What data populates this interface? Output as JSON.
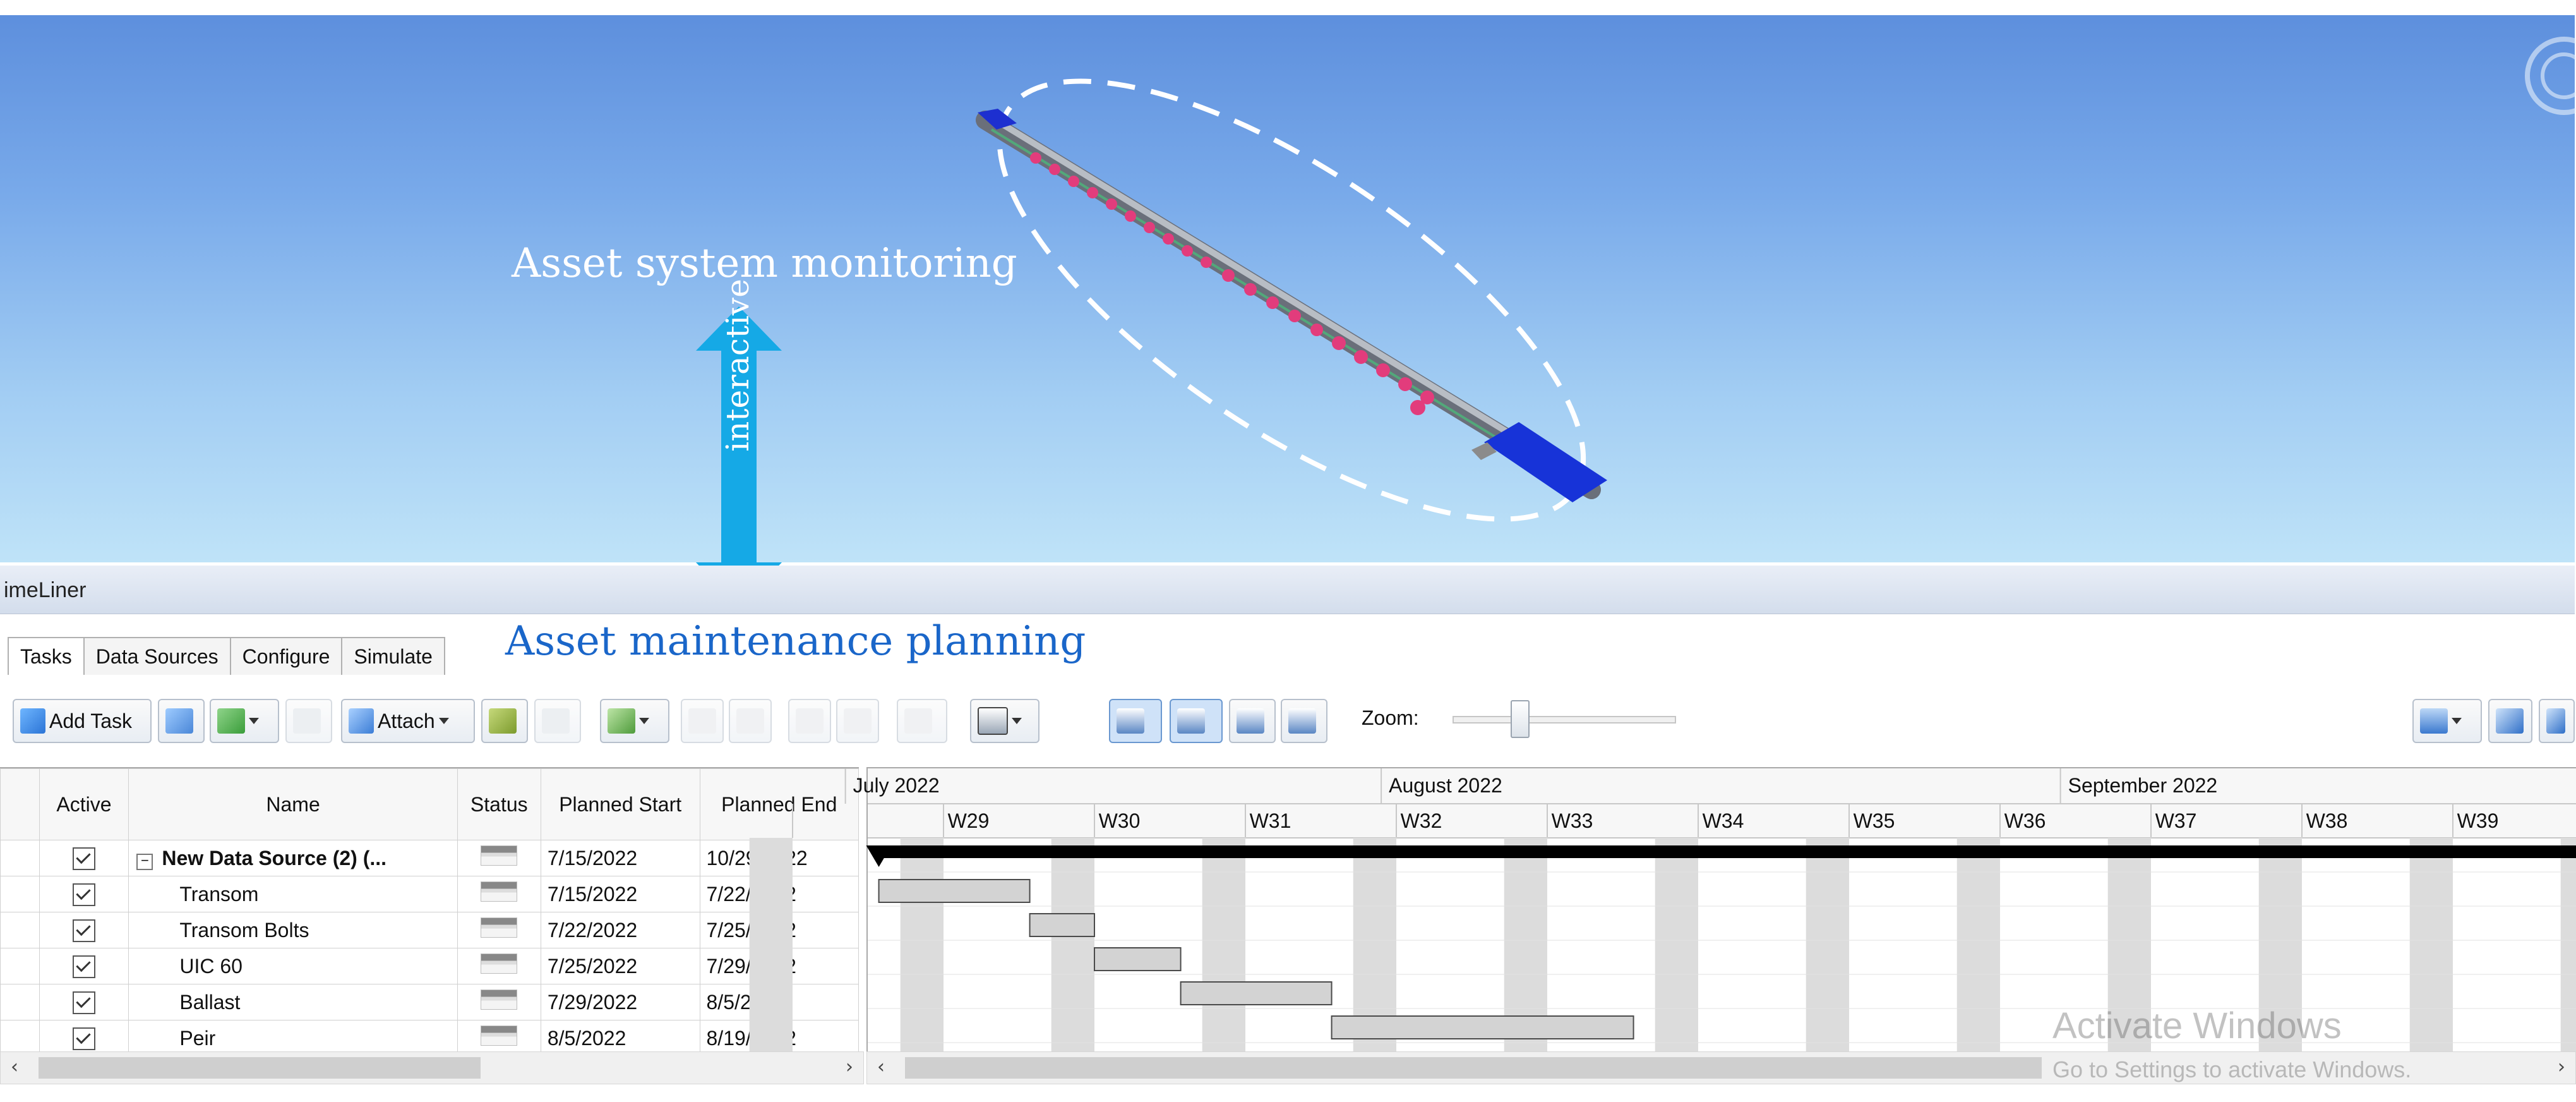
{
  "annotations": {
    "monitoring_label": "Asset system monitoring",
    "interactive_label": "interactive",
    "planning_label": "Asset maintenance planning",
    "arrow_color": "#15a9e6",
    "ellipse_color": "#ffffff"
  },
  "panel": {
    "title": "imeLiner"
  },
  "tabs": [
    {
      "label": "Tasks",
      "active": true
    },
    {
      "label": "Data Sources"
    },
    {
      "label": "Configure"
    },
    {
      "label": "Simulate"
    }
  ],
  "toolbar": {
    "add_task_label": "Add Task",
    "attach_label": "Attach",
    "zoom_label": "Zoom:",
    "zoom_level": 0.3
  },
  "columns": {
    "active": "Active",
    "name": "Name",
    "status": "Status",
    "planned_start": "Planned Start",
    "planned_end": "Planned End"
  },
  "tasks": [
    {
      "name": "New Data Source (2) (...",
      "start": "7/15/2022",
      "end": "10/29/2022",
      "active": true,
      "group": true
    },
    {
      "name": "Transom",
      "start": "7/15/2022",
      "end": "7/22/2022",
      "active": true
    },
    {
      "name": "Transom Bolts",
      "start": "7/22/2022",
      "end": "7/25/2022",
      "active": true
    },
    {
      "name": "UIC 60",
      "start": "7/25/2022",
      "end": "7/29/2022",
      "active": true
    },
    {
      "name": "Ballast",
      "start": "7/29/2022",
      "end": "8/5/2022",
      "active": true
    },
    {
      "name": "Peir",
      "start": "8/5/2022",
      "end": "8/19/2022",
      "active": true
    }
  ],
  "gantt": {
    "months": [
      {
        "label": "July 2022",
        "start_week": 28.35
      },
      {
        "label": "August 2022",
        "start_week": 31.9
      },
      {
        "label": "September 2022",
        "start_week": 36.4
      }
    ],
    "weeks": [
      "W29",
      "W30",
      "W31",
      "W32",
      "W33",
      "W34",
      "W35",
      "W36",
      "W37",
      "W38",
      "W39"
    ],
    "first_week_number": 29,
    "bar_color": "#d3d3d3",
    "summary_color": "#000000"
  },
  "watermark": {
    "line1": "Activate Windows",
    "line2": "Go to Settings to activate Windows."
  }
}
